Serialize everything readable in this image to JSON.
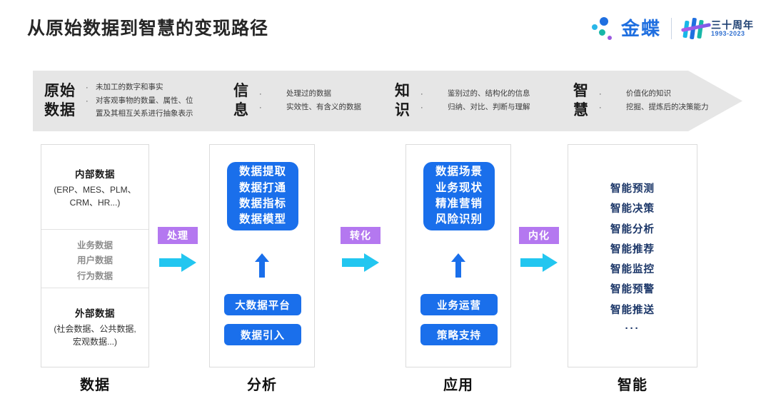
{
  "header": {
    "title": "从原始数据到智慧的变现路径",
    "brand": {
      "name": "金蝶",
      "anniversary_cn": "三十周年",
      "anniversary_years": "1993-2023"
    }
  },
  "banner": {
    "stages": [
      {
        "title_line1": "原始",
        "title_line2": "数据",
        "bullets": [
          "未加工的数字和事实",
          "对客观事物的数量、属性、位",
          "置及其相互关系进行抽象表示"
        ]
      },
      {
        "title_line1": "信",
        "title_line2": "息",
        "bullets": [
          "处理过的数据",
          "实效性、有含义的数据"
        ]
      },
      {
        "title_line1": "知",
        "title_line2": "识",
        "bullets": [
          "鉴别过的、结构化的信息",
          "归纳、对比、判断与理解"
        ]
      },
      {
        "title_line1": "智",
        "title_line2": "慧",
        "bullets": [
          "价值化的知识",
          "挖掘、提炼后的决策能力"
        ]
      }
    ]
  },
  "columns": {
    "data": {
      "label": "数据",
      "internal_title": "内部数据",
      "internal_sub_line1": "(ERP、MES、PLM、",
      "internal_sub_line2": "CRM、HR...)",
      "middle_items": [
        "业务数据",
        "用户数据",
        "行为数据"
      ],
      "external_title": "外部数据",
      "external_sub_line1": "(社会数据、公共数据,",
      "external_sub_line2": "宏观数据...)"
    },
    "analysis": {
      "label": "分析",
      "main_items": [
        "数据提取",
        "数据打通",
        "数据指标",
        "数据模型"
      ],
      "base_items": [
        "大数据平台",
        "数据引入"
      ]
    },
    "application": {
      "label": "应用",
      "main_items": [
        "数据场景",
        "业务现状",
        "精准营销",
        "风险识别"
      ],
      "base_items": [
        "业务运营",
        "策略支持"
      ]
    },
    "intelligence": {
      "label": "智能",
      "items": [
        "智能预测",
        "智能决策",
        "智能分析",
        "智能推荐",
        "智能监控",
        "智能预警",
        "智能推送"
      ],
      "ellipsis": "···"
    }
  },
  "connectors": [
    {
      "label": "处理"
    },
    {
      "label": "转化"
    },
    {
      "label": "内化"
    }
  ],
  "colors": {
    "brand_blue": "#1f6fe0",
    "box_blue": "#1a6feb",
    "badge_purple": "#b478f0",
    "arrow_cyan": "#22c6f0",
    "banner_gray": "#e6e6e6",
    "smart_navy": "#1b3668"
  }
}
